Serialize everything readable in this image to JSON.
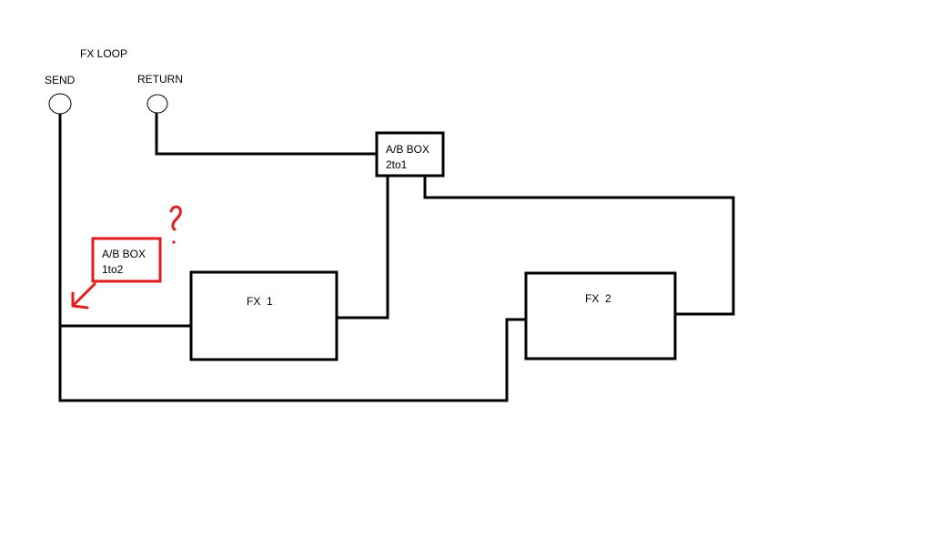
{
  "title": "FX LOOP",
  "jacks": {
    "send_label": "SEND",
    "return_label": "RETURN"
  },
  "ab_box_2to1": {
    "line1": "A/B BOX",
    "line2": "2to1"
  },
  "ab_box_1to2": {
    "line1": "A/B BOX",
    "line2": "1to2"
  },
  "fx1_label": "FX  1",
  "fx2_label": "FX  2",
  "annotation": {
    "question_mark": "?"
  },
  "colors": {
    "line": "#000000",
    "annotation": "#e21d1d",
    "background": "#ffffff"
  }
}
